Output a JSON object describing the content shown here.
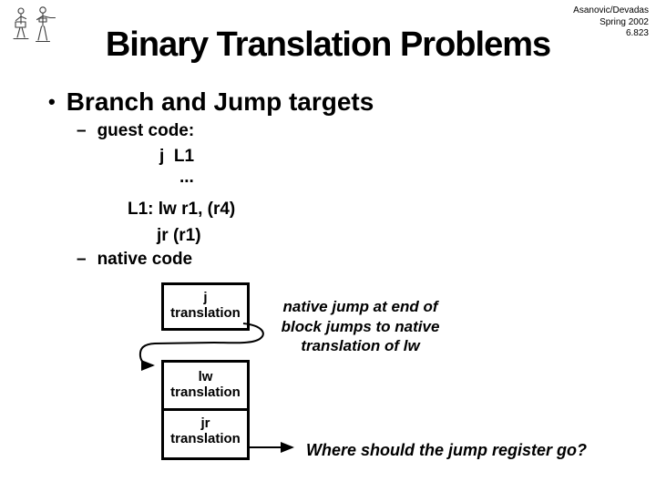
{
  "colors": {
    "background": "#ffffff",
    "text": "#000000",
    "box_border": "#000000",
    "box_fill": "#ffffff",
    "arrow": "#000000"
  },
  "header": {
    "course_line1": "Asanovic/Devadas",
    "course_line2": "Spring 2002",
    "course_line3": "6.823",
    "title": "Binary Translation Problems",
    "logo_icon": "two-figures-engraving-logo"
  },
  "content": {
    "bullet_char": "•",
    "dash_char": "–",
    "main_bullet": "Branch and Jump targets",
    "guest_label": "guest code:",
    "native_label": "native code",
    "code_line1": "j  L1",
    "code_line2": "...",
    "code_line3": "L1: lw r1, (r4)",
    "code_line4": "jr (r1)"
  },
  "diagram": {
    "box_j_line1": "j",
    "box_j_line2": "translation",
    "box_lw_line1": "lw",
    "box_lw_line2": "translation",
    "box_jr_line1": "jr",
    "box_jr_line2": "translation",
    "note_line1": "native jump at end of",
    "note_line2": "block jumps to native",
    "note_line3": "translation of lw",
    "question": "Where should the jump register go?"
  }
}
